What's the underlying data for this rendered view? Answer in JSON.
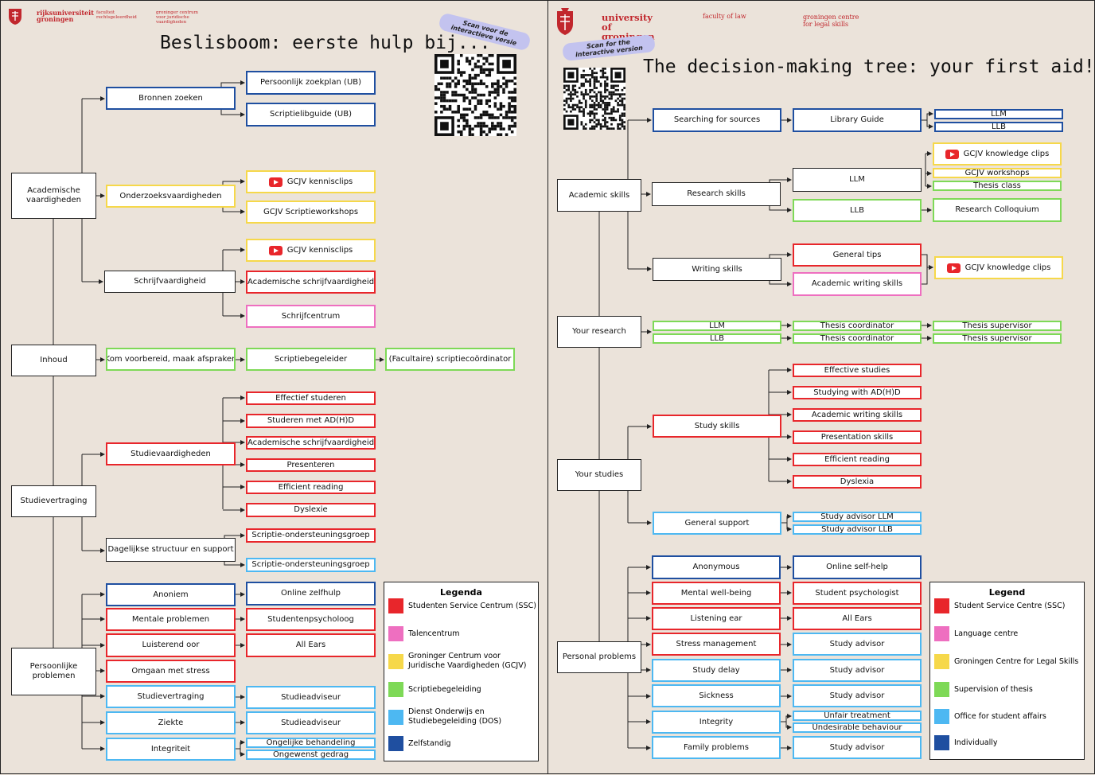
{
  "colors": {
    "ssc": "#e8262b",
    "talencentrum": "#ee6fc0",
    "gcjv": "#f6d84a",
    "supervision": "#7ed957",
    "dos": "#4db8f2",
    "individual": "#1f4fa0"
  },
  "nl": {
    "logo": {
      "name": "rijksuniversiteit groningen",
      "sub1": "faculteit rechtsgeleerdheid",
      "sub2": "groninger centrum voor juridische vaardigheden"
    },
    "title": "Beslisboom: eerste hulp bij...",
    "scan": "Scan voor de interactieve versie",
    "nodes": {
      "academische": "Academische vaardigheden",
      "bronnen": "Bronnen zoeken",
      "zoekplan": "Persoonlijk zoekplan (UB)",
      "scriptielibguide": "Scriptielibguide (UB)",
      "onderzoek": "Onderzoeksvaardigheden",
      "kennisclips1": "GCJV kennisclips",
      "scriptieworkshops": "GCJV Scriptieworkshops",
      "schrijf": "Schrijfvaardigheid",
      "kennisclips2": "GCJV kennisclips",
      "acschrijf1": "Academische schrijfvaardigheid",
      "schrijfcentrum": "Schrijfcentrum",
      "inhoud": "Inhoud",
      "komvoorbereid": "Kom voorbereid, maak afspraken",
      "scriptiebegeleider": "Scriptiebegeleider",
      "coordinator": "(Facultaire) scriptiecoördinator",
      "studievertraging": "Studievertraging",
      "studievaardigheden": "Studievaardigheden",
      "effectief": "Effectief studeren",
      "adhd": "Studeren met AD(H)D",
      "acschrijf2": "Academische schrijfvaardigheid",
      "presenteren": "Presenteren",
      "efficient": "Efficient reading",
      "dyslexie": "Dyslexie",
      "dagelijkse": "Dagelijkse structuur en support",
      "ondersteun1": "Scriptie-ondersteuningsgroep",
      "ondersteun2": "Scriptie-ondersteuningsgroep",
      "persoonlijk": "Persoonlijke problemen",
      "anoniem": "Anoniem",
      "zelfhulp": "Online zelfhulp",
      "mentale": "Mentale problemen",
      "psycholoog": "Studentenpsycholoog",
      "luisterend": "Luisterend oor",
      "allears": "All Ears",
      "stress": "Omgaan met stress",
      "vertraging2": "Studievertraging",
      "adviseur1": "Studieadviseur",
      "ziekte": "Ziekte",
      "adviseur2": "Studieadviseur",
      "integriteit": "Integriteit",
      "ongelijke": "Ongelijke behandeling",
      "ongewenst": "Ongewenst gedrag"
    },
    "legend": {
      "title": "Legenda",
      "items": [
        "Studenten Service Centrum (SSC)",
        "Talencentrum",
        "Groninger Centrum voor Juridische Vaardigheden (GCJV)",
        "Scriptiebegeleiding",
        "Dienst Onderwijs en Studiebegeleiding (DOS)",
        "Zelfstandig"
      ]
    }
  },
  "en": {
    "logo": {
      "name": "university of groningen",
      "sub1": "faculty of law",
      "sub2": "groningen centre for legal skills"
    },
    "title": "The decision-making tree: your first aid!",
    "scan": "Scan for the interactive version",
    "nodes": {
      "academic": "Academic skills",
      "searching": "Searching for sources",
      "libguide": "Library Guide",
      "llm1": "LLM",
      "llb1": "LLB",
      "research": "Research skills",
      "llm2": "LLM",
      "clips1": "GCJV knowledge clips",
      "workshops": "GCJV workshops",
      "thesisclass": "Thesis class",
      "llb2": "LLB",
      "colloquium": "Research Colloquium",
      "writing": "Writing skills",
      "generaltips": "General tips",
      "acwriting1": "Academic writing skills",
      "clips2": "GCJV knowledge clips",
      "yourresearch": "Your research",
      "llm3": "LLM",
      "llb3": "LLB",
      "coord1": "Thesis coordinator",
      "coord2": "Thesis coordinator",
      "sup1": "Thesis supervisor",
      "sup2": "Thesis supervisor",
      "yourstudies": "Your studies",
      "studyskills": "Study skills",
      "effective": "Effective studies",
      "adhd": "Studying with AD(H)D",
      "acwriting2": "Academic writing skills",
      "presentation": "Presentation skills",
      "efficient": "Efficient reading",
      "dyslexia": "Dyslexia",
      "generalsupport": "General support",
      "advllm": "Study advisor LLM",
      "advllb": "Study advisor LLB",
      "personal": "Personal problems",
      "anonymous": "Anonymous",
      "selfhelp": "Online self-help",
      "mental": "Mental well-being",
      "psychologist": "Student psychologist",
      "listening": "Listening ear",
      "allears": "All Ears",
      "stress": "Stress management",
      "adv1": "Study advisor",
      "delay": "Study delay",
      "adv2": "Study advisor",
      "sickness": "Sickness",
      "adv3": "Study advisor",
      "integrity": "Integrity",
      "unfair": "Unfair treatment",
      "undesirable": "Undesirable behaviour",
      "family": "Family problems",
      "adv4": "Study advisor"
    },
    "legend": {
      "title": "Legend",
      "items": [
        "Student Service Centre (SSC)",
        "Language centre",
        "Groningen Centre for Legal Skills",
        "Supervision of thesis",
        "Office for student affairs",
        "Individually"
      ]
    }
  }
}
